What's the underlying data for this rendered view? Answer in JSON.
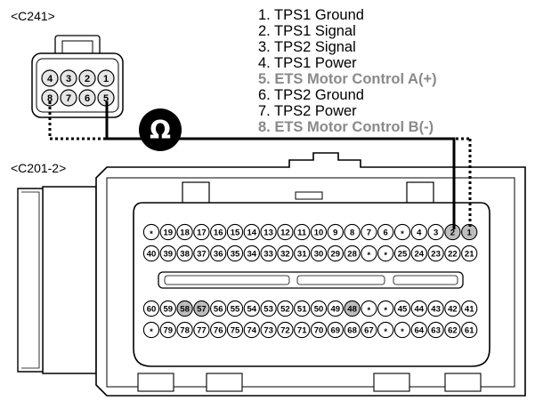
{
  "connectors": {
    "c241": {
      "label": "<C241>",
      "top_pins": [
        "4",
        "3",
        "2",
        "1"
      ],
      "bottom_pins": [
        "8",
        "7",
        "6",
        "5"
      ]
    },
    "c201": {
      "label": "<C201-2>"
    }
  },
  "ohm_symbol": "Ω",
  "pin_legend": [
    {
      "text": "1. TPS1 Ground",
      "highlight": false
    },
    {
      "text": "2. TPS1 Signal",
      "highlight": false
    },
    {
      "text": "3. TPS2 Signal",
      "highlight": false
    },
    {
      "text": "4. TPS1 Power",
      "highlight": false
    },
    {
      "text": "5. ETS Motor Control A(+)",
      "highlight": true
    },
    {
      "text": "6. TPS2 Ground",
      "highlight": false
    },
    {
      "text": "7. TPS2 Power",
      "highlight": false
    },
    {
      "text": "8. ETS Motor Control B(-)",
      "highlight": true
    }
  ],
  "pin_rows": [
    [
      "*",
      "19",
      "18",
      "17",
      "16",
      "15",
      "14",
      "13",
      "12",
      "11",
      "10",
      "9",
      "8",
      "7",
      "6",
      "*",
      "4",
      "3",
      "2",
      "1"
    ],
    [
      "40",
      "39",
      "38",
      "37",
      "36",
      "35",
      "34",
      "33",
      "32",
      "31",
      "30",
      "29",
      "28",
      "*",
      "*",
      "25",
      "24",
      "23",
      "22",
      "21"
    ],
    [
      "60",
      "59",
      "58",
      "57",
      "56",
      "55",
      "54",
      "53",
      "52",
      "51",
      "50",
      "49",
      "48",
      "*",
      "*",
      "45",
      "44",
      "43",
      "42",
      "41"
    ],
    [
      "*",
      "79",
      "78",
      "77",
      "76",
      "75",
      "74",
      "73",
      "72",
      "71",
      "70",
      "69",
      "68",
      "67",
      "*",
      "*",
      "64",
      "63",
      "62",
      "61"
    ]
  ],
  "shaded_pins": [
    "2",
    "1",
    "58",
    "57",
    "48"
  ]
}
